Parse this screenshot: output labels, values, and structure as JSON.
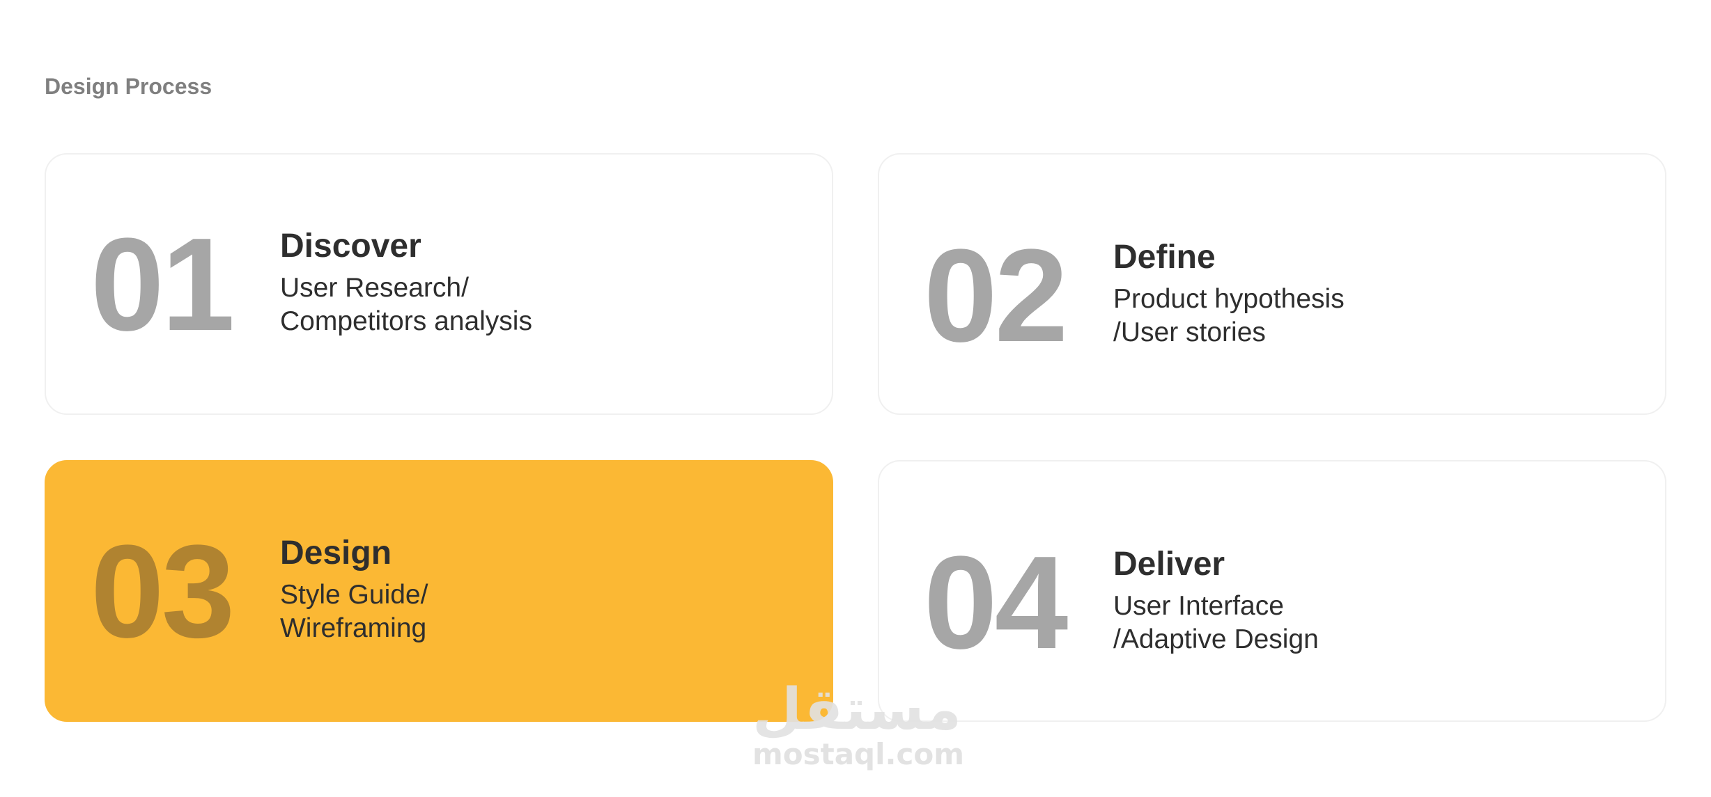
{
  "section_title": "Design Process",
  "colors": {
    "accent": "#fbb834",
    "number_gray": "#a6a6a6",
    "number_on_accent": "#b08330",
    "text_dark": "#2e2e2e",
    "title_gray": "#7f7f7f",
    "border": "#f0f0f0"
  },
  "cards": [
    {
      "number": "01",
      "title": "Discover",
      "desc_line1": "User Research/",
      "desc_line2": "Competitors analysis",
      "active": false
    },
    {
      "number": "02",
      "title": "Define",
      "desc_line1": "Product hypothesis",
      "desc_line2": "/User stories",
      "active": false
    },
    {
      "number": "03",
      "title": "Design",
      "desc_line1": "Style Guide/",
      "desc_line2": "Wireframing",
      "active": true
    },
    {
      "number": "04",
      "title": "Deliver",
      "desc_line1": "User Interface",
      "desc_line2": "/Adaptive Design",
      "active": false
    }
  ],
  "watermark": {
    "arabic": "مستقل",
    "latin": "mostaql.com"
  }
}
